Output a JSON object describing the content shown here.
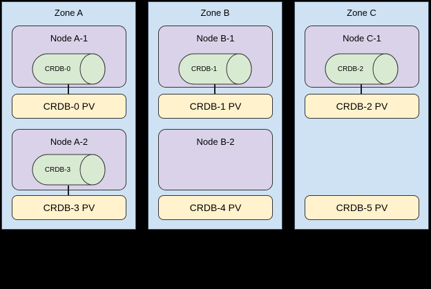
{
  "colors": {
    "background": "#000000",
    "zone_fill": "#cfe2f3",
    "zone_border": "#3a4a5d",
    "node_fill": "#d9d2e9",
    "cylinder_fill": "#d9ead3",
    "pv_fill": "#fff2cc",
    "shape_border": "#333333",
    "connector": "#1a1a1a",
    "text": "#000000"
  },
  "zones": [
    {
      "label": "Zone A",
      "node1": {
        "label": "Node A-1",
        "pod_label": "CRDB-0"
      },
      "pv1_label": "CRDB-0 PV",
      "node2": {
        "label": "Node A-2",
        "pod_label": "CRDB-3"
      },
      "pv2_label": "CRDB-3 PV"
    },
    {
      "label": "Zone B",
      "node1": {
        "label": "Node B-1",
        "pod_label": "CRDB-1"
      },
      "pv1_label": "CRDB-1 PV",
      "node2": {
        "label": "Node B-2"
      },
      "pv2_label": "CRDB-4 PV"
    },
    {
      "label": "Zone C",
      "node1": {
        "label": "Node C-1",
        "pod_label": "CRDB-2"
      },
      "pv1_label": "CRDB-2 PV",
      "pv2_label": "CRDB-5 PV"
    }
  ]
}
